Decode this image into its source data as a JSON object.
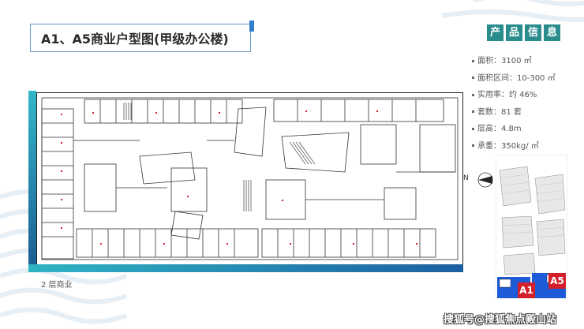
{
  "title": "A1、A5商业户型图(甲级办公楼)",
  "info_heading": [
    "产",
    "品",
    "信",
    "息"
  ],
  "info_items": [
    {
      "label": "面积",
      "value": "3100 ㎡"
    },
    {
      "label": "面积区间",
      "value": "10-300 ㎡"
    },
    {
      "label": "实用率",
      "value": "约 46%"
    },
    {
      "label": "套数",
      "value": "81 套"
    },
    {
      "label": "层高",
      "value": "4.8m"
    },
    {
      "label": "承重",
      "value": "350kg/ ㎡"
    }
  ],
  "floor_caption": "2 层商业",
  "compass_label": "N",
  "site_labels": {
    "a1": "A1",
    "a5": "A5"
  },
  "watermark": "搜狐号@搜狐焦点殿山站",
  "colors": {
    "teal": "#2a8c8c",
    "blue": "#1d5fa0",
    "cyan": "#2fb4c4",
    "highlight": "#1e5bd8",
    "label_red": "#d4202a"
  }
}
